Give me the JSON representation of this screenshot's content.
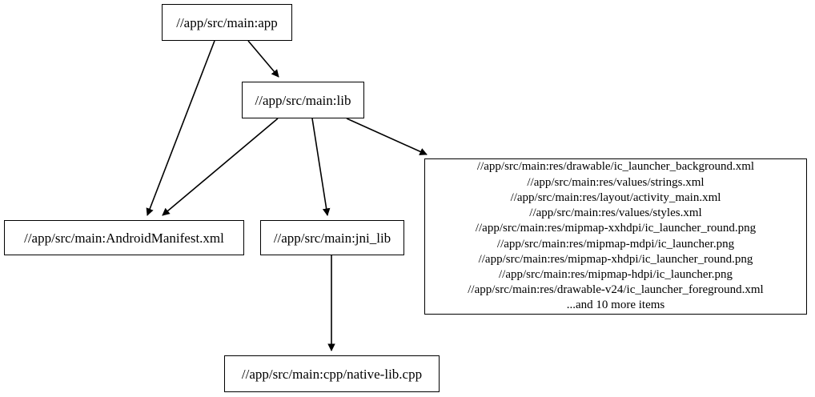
{
  "graph": {
    "type": "directed-dependency-graph",
    "background_color": "#ffffff",
    "node_border_color": "#000000",
    "edge_color": "#000000",
    "text_color": "#000000",
    "nodes": [
      {
        "id": "app",
        "label": "//app/src/main:app"
      },
      {
        "id": "lib",
        "label": "//app/src/main:lib"
      },
      {
        "id": "manifest",
        "label": "//app/src/main:AndroidManifest.xml"
      },
      {
        "id": "jni",
        "label": "//app/src/main:jni_lib"
      },
      {
        "id": "cpp",
        "label": "//app/src/main:cpp/native-lib.cpp"
      },
      {
        "id": "res",
        "label": "//app/src/main:res/drawable/ic_launcher_background.xml\n//app/src/main:res/values/strings.xml\n//app/src/main:res/layout/activity_main.xml\n//app/src/main:res/values/styles.xml\n//app/src/main:res/mipmap-xxhdpi/ic_launcher_round.png\n//app/src/main:res/mipmap-mdpi/ic_launcher.png\n//app/src/main:res/mipmap-xhdpi/ic_launcher_round.png\n//app/src/main:res/mipmap-hdpi/ic_launcher.png\n//app/src/main:res/drawable-v24/ic_launcher_foreground.xml\n...and 10 more items",
        "lines": [
          "//app/src/main:res/drawable/ic_launcher_background.xml",
          "//app/src/main:res/values/strings.xml",
          "//app/src/main:res/layout/activity_main.xml",
          "//app/src/main:res/values/styles.xml",
          "//app/src/main:res/mipmap-xxhdpi/ic_launcher_round.png",
          "//app/src/main:res/mipmap-mdpi/ic_launcher.png",
          "//app/src/main:res/mipmap-xhdpi/ic_launcher_round.png",
          "//app/src/main:res/mipmap-hdpi/ic_launcher.png",
          "//app/src/main:res/drawable-v24/ic_launcher_foreground.xml",
          "...and 10 more items"
        ],
        "overflow_note": "...and 10 more items",
        "overflow_count": 10
      }
    ],
    "edges": [
      {
        "from": "app",
        "to": "manifest"
      },
      {
        "from": "app",
        "to": "lib"
      },
      {
        "from": "lib",
        "to": "manifest"
      },
      {
        "from": "lib",
        "to": "jni"
      },
      {
        "from": "lib",
        "to": "res"
      },
      {
        "from": "jni",
        "to": "cpp"
      }
    ]
  }
}
